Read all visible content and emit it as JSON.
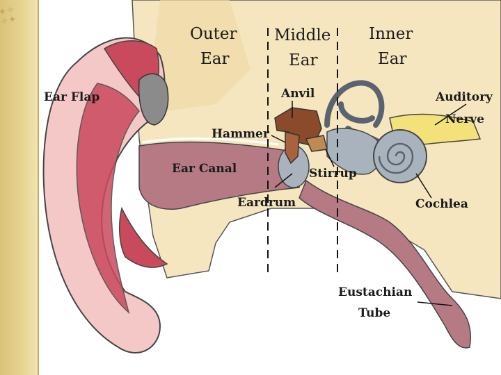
{
  "regions": {
    "outer": [
      "Outer",
      "Ear"
    ],
    "middle": [
      "Middle",
      "Ear"
    ],
    "inner": [
      "Inner",
      "Ear"
    ]
  },
  "labels": {
    "ear_flap": "Ear Flap",
    "anvil": "Anvil",
    "auditory_nerve": [
      "Auditory",
      "Nerve"
    ],
    "hammer": "Hammer",
    "ear_canal": "Ear Canal",
    "stirrup": "Stirrup",
    "eardrum": "Eardrum",
    "cochlea": "Cochlea",
    "eustachian_tube": [
      "Eustachian",
      "Tube"
    ]
  },
  "colors": {
    "skin": "#f5c8c8",
    "cartilage": "#c9495d",
    "bone": "#f5e6c0",
    "canal": "#b67a85",
    "inner_ear": "#a9b3bd",
    "nerve": "#f3e27a",
    "ossicle": "#8b4a2c",
    "sidebar": "#e8d593"
  }
}
